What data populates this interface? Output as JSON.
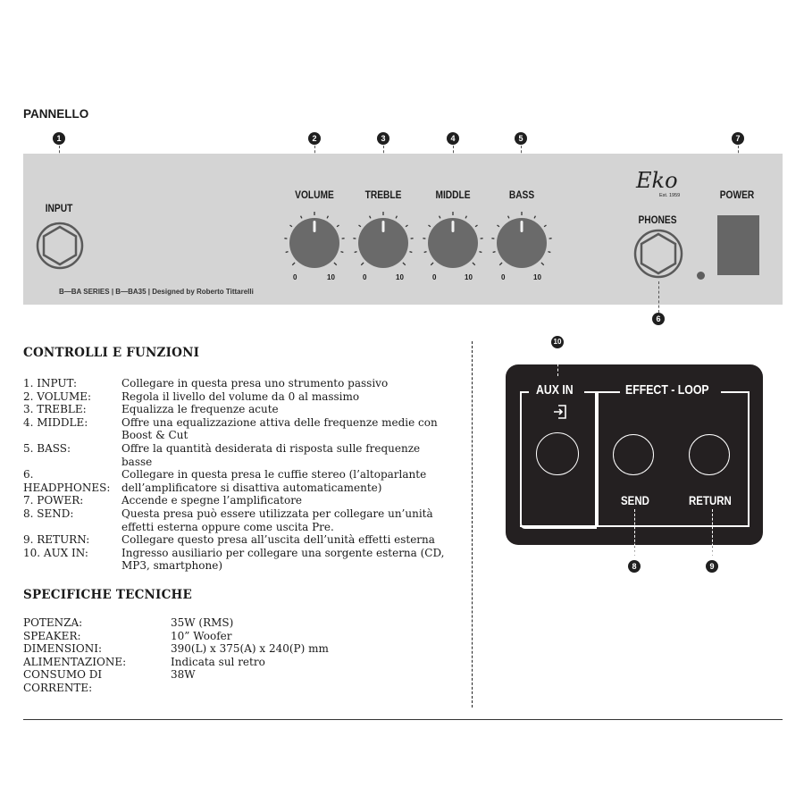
{
  "panel_section": {
    "title": "PANNELLO",
    "input_label": "INPUT",
    "knobs": [
      {
        "marker": "2",
        "label": "VOLUME",
        "min": "0",
        "max": "10"
      },
      {
        "marker": "3",
        "label": "TREBLE",
        "min": "0",
        "max": "10"
      },
      {
        "marker": "4",
        "label": "MIDDLE",
        "min": "0",
        "max": "10"
      },
      {
        "marker": "5",
        "label": "BASS",
        "min": "0",
        "max": "10"
      }
    ],
    "input_marker": "1",
    "phones_label": "PHONES",
    "phones_marker": "6",
    "power_label": "POWER",
    "power_marker": "7",
    "brand_logo": "Eko",
    "brand_est": "Est. 1959",
    "series_text": "B—BA SERIES | B—BA35 | Designed by Roberto Tittarelli"
  },
  "controls_section": {
    "title": "CONTROLLI E FUNZIONI",
    "items": [
      {
        "key": "1. INPUT:",
        "value": "Collegare in questa presa uno strumento passivo"
      },
      {
        "key": "2. VOLUME:",
        "value": "Regola il livello del volume da 0 al massimo"
      },
      {
        "key": "3. TREBLE:",
        "value": "Equalizza le frequenze acute"
      },
      {
        "key": "4. MIDDLE:",
        "value": "Offre una equalizzazione attiva delle frequenze medie con Boost & Cut"
      },
      {
        "key": "5. BASS:",
        "value": "Offre la quantità desiderata di risposta sulle frequenze basse"
      },
      {
        "key": "6. HEADPHONES:",
        "value": "Collegare in questa presa le cuffie stereo (l’altoparlante dell’amplificatore si disattiva automaticamente)"
      },
      {
        "key": "7. POWER:",
        "value": "Accende e spegne l’amplificatore"
      },
      {
        "key": "8. SEND:",
        "value": "Questa presa può essere utilizzata per collegare un’unità effetti esterna oppure come uscita Pre."
      },
      {
        "key": "9. RETURN:",
        "value": "Collegare questo presa all’uscita dell’unità effetti esterna"
      },
      {
        "key": "10. AUX IN:",
        "value": "Ingresso ausiliario per collegare una sorgente esterna (CD, MP3, smartphone)"
      }
    ]
  },
  "specs_section": {
    "title": "SPECIFICHE TECNICHE",
    "items": [
      {
        "key": "POTENZA:",
        "value": "35W (RMS)"
      },
      {
        "key": "SPEAKER:",
        "value": "10” Woofer"
      },
      {
        "key": "DIMENSIONI:",
        "value": "390(L) x 375(A) x 240(P) mm"
      },
      {
        "key": "ALIMENTAZIONE:",
        "value": "Indicata sul retro"
      },
      {
        "key": "CONSUMO DI CORRENTE:",
        "value": "38W"
      }
    ]
  },
  "rear_panel": {
    "aux_label": "AUX IN",
    "aux_marker": "10",
    "loop_label": "EFFECT - LOOP",
    "send_label": "SEND",
    "send_marker": "8",
    "return_label": "RETURN",
    "return_marker": "9"
  }
}
